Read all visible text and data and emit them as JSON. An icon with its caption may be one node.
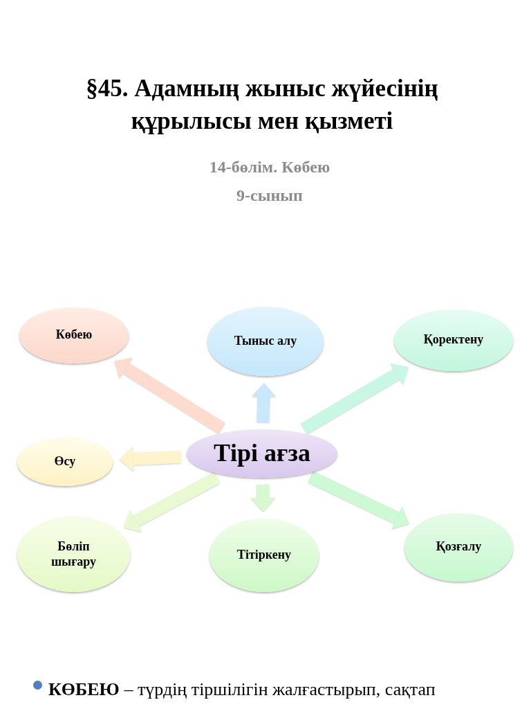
{
  "diagram": {
    "title": "§45. Адамның жыныс жүйесінің құрылысы мен қызметі",
    "nodes": [
      {
        "text": [
          "Көбею"
        ]
      },
      {
        "text": [
          "Тыныс алу"
        ]
      },
      {
        "text": [
          "Қоректену"
        ]
      },
      {
        "text": [
          "Өсу"
        ]
      },
      {
        "text": [
          "Тірі ағза"
        ]
      },
      {
        "text": [
          "Бөліп шығару"
        ]
      },
      {
        "text": [
          "Тітіркену"
        ]
      },
      {
        "text": [
          "Қозғалу"
        ]
      }
    ],
    "edges": [
      {
        "from": 4,
        "to": 0,
        "arrow": "to"
      },
      {
        "from": 4,
        "to": 1,
        "arrow": "to"
      },
      {
        "from": 4,
        "to": 2,
        "arrow": "to"
      },
      {
        "from": 4,
        "to": 3,
        "arrow": "to"
      },
      {
        "from": 4,
        "to": 5,
        "arrow": "to"
      },
      {
        "from": 4,
        "to": 6,
        "arrow": "to"
      },
      {
        "from": 4,
        "to": 7,
        "arrow": "to"
      }
    ],
    "labels": [
      "14-бөлім. Көбею",
      "9-сынып",
      "**КӨБЕЮ** – түрдің тіршілігін жалғастырып, сақтап"
    ]
  }
}
